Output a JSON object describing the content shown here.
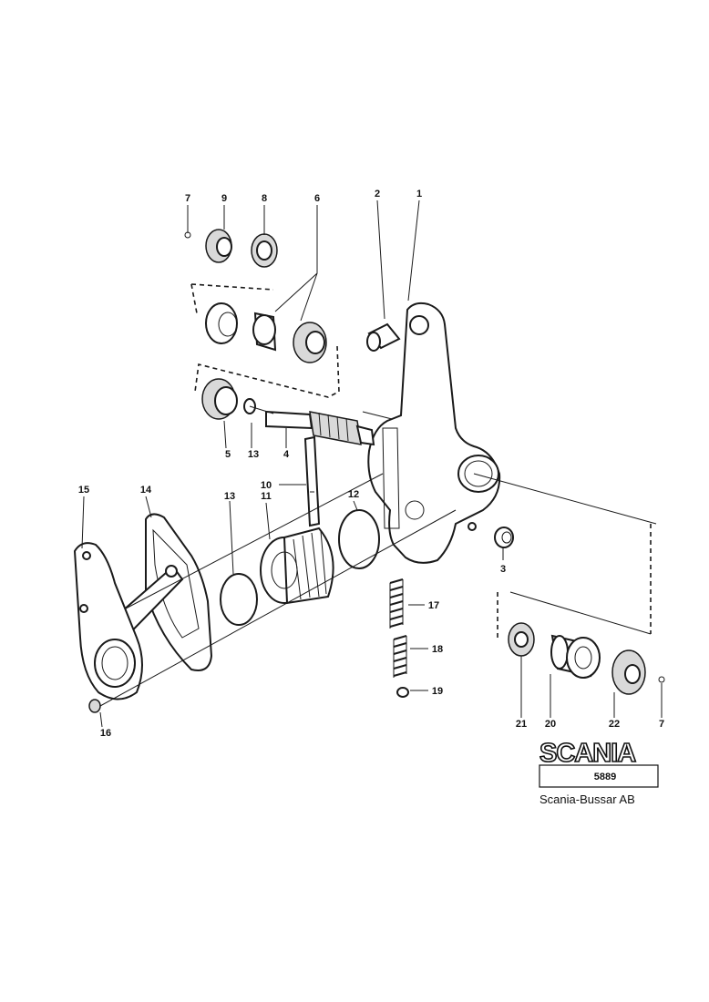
{
  "diagram": {
    "callouts": [
      {
        "id": "c1",
        "text": "1"
      },
      {
        "id": "c2",
        "text": "2"
      },
      {
        "id": "c3",
        "text": "3"
      },
      {
        "id": "c4",
        "text": "4"
      },
      {
        "id": "c5",
        "text": "5"
      },
      {
        "id": "c6",
        "text": "6"
      },
      {
        "id": "c7a",
        "text": "7"
      },
      {
        "id": "c7b",
        "text": "7"
      },
      {
        "id": "c8",
        "text": "8"
      },
      {
        "id": "c9",
        "text": "9"
      },
      {
        "id": "c10",
        "text": "10"
      },
      {
        "id": "c11",
        "text": "11"
      },
      {
        "id": "c12",
        "text": "12"
      },
      {
        "id": "c13a",
        "text": "13"
      },
      {
        "id": "c13b",
        "text": "13"
      },
      {
        "id": "c14",
        "text": "14"
      },
      {
        "id": "c15",
        "text": "15"
      },
      {
        "id": "c16",
        "text": "16"
      },
      {
        "id": "c17",
        "text": "17"
      },
      {
        "id": "c18",
        "text": "18"
      },
      {
        "id": "c19",
        "text": "19"
      },
      {
        "id": "c20",
        "text": "20"
      },
      {
        "id": "c21",
        "text": "21"
      },
      {
        "id": "c22",
        "text": "22"
      }
    ]
  },
  "titleblock": {
    "logo": "SCANIA",
    "drawing_number": "5889",
    "publisher": "Scania-Bussar AB"
  }
}
